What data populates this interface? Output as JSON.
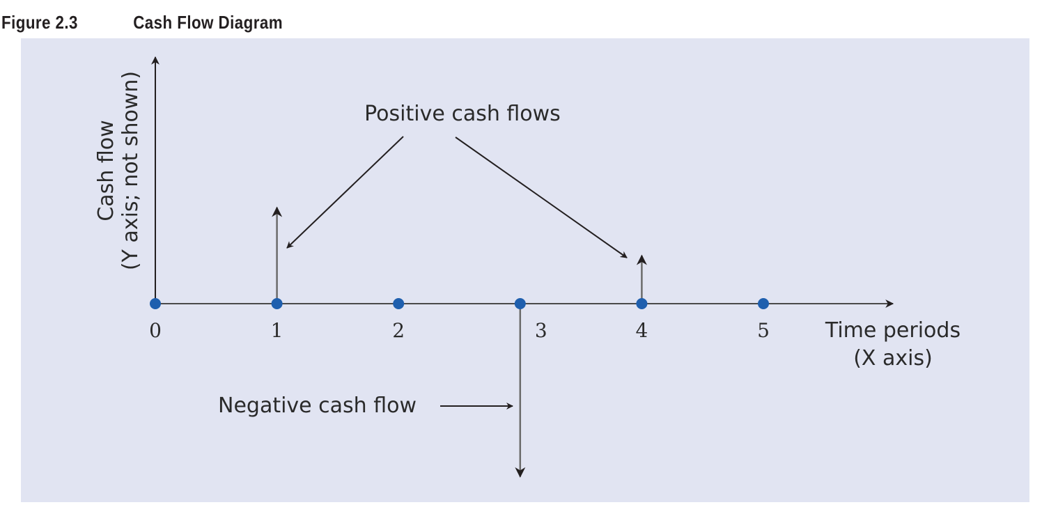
{
  "figure": {
    "number": "Figure 2.3",
    "title": "Cash Flow Diagram"
  },
  "colors": {
    "panel_background": "#e1e4f2",
    "point": "#1f5fae",
    "axis": "#231f20",
    "cash_flow_arrow": "#6b6b6b"
  },
  "diagram": {
    "y_axis_label_line1": "Cash flow",
    "y_axis_label_line2": "(Y axis; not shown)",
    "x_axis_label_line1": "Time periods",
    "x_axis_label_line2": "(X axis)",
    "annotations": {
      "positive": "Positive cash flows",
      "negative": "Negative cash flow"
    },
    "periods": [
      "0",
      "1",
      "2",
      "3",
      "4",
      "5"
    ],
    "cash_flows": [
      {
        "period": 1,
        "direction": "positive",
        "relative_magnitude": 1.0
      },
      {
        "period": 3,
        "direction": "negative",
        "relative_magnitude": 1.8
      },
      {
        "period": 4,
        "direction": "positive",
        "relative_magnitude": 0.5
      }
    ]
  }
}
